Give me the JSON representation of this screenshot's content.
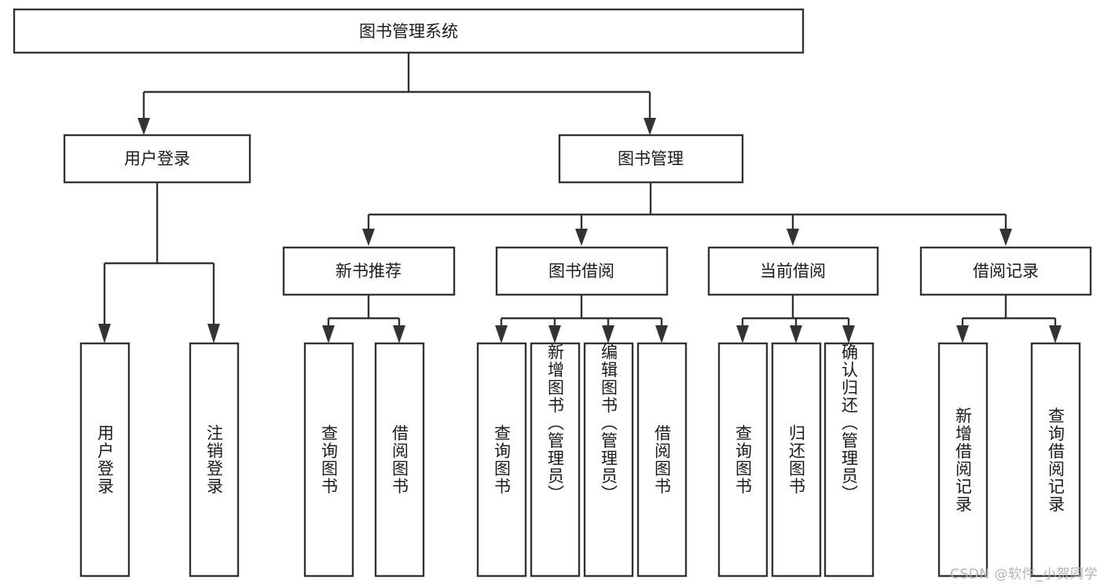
{
  "diagram": {
    "title": "图书管理系统",
    "type": "tree-hierarchy-chart",
    "colors": {
      "box_stroke": "#333333",
      "box_fill": "#ffffff",
      "connector": "#333333",
      "label_text": "#1a1a1a",
      "background": "#ffffff",
      "watermark_text": "#b3b3b3"
    },
    "root": {
      "label": "图书管理系统"
    },
    "level2": [
      {
        "label": "用户登录"
      },
      {
        "label": "图书管理"
      }
    ],
    "level3": [
      {
        "label": "新书推荐"
      },
      {
        "label": "图书借阅"
      },
      {
        "label": "当前借阅"
      },
      {
        "label": "借阅记录"
      }
    ],
    "leaves": {
      "user_login": [
        {
          "label": "用户登录"
        },
        {
          "label": "注销登录"
        }
      ],
      "new_book_recommend": [
        {
          "label": "查询图书"
        },
        {
          "label": "借阅图书"
        }
      ],
      "book_borrow": [
        {
          "label": "查询图书"
        },
        {
          "label": "新增图书（管理员）"
        },
        {
          "label": "编辑图书（管理员）"
        },
        {
          "label": "借阅图书"
        }
      ],
      "current_borrow": [
        {
          "label": "查询图书"
        },
        {
          "label": "归还图书"
        },
        {
          "label": "确认归还（管理员）"
        }
      ],
      "borrow_record": [
        {
          "label": "新增借阅记录"
        },
        {
          "label": "查询借阅记录"
        }
      ]
    },
    "watermark": "CSDN @软件_小贺同学"
  }
}
